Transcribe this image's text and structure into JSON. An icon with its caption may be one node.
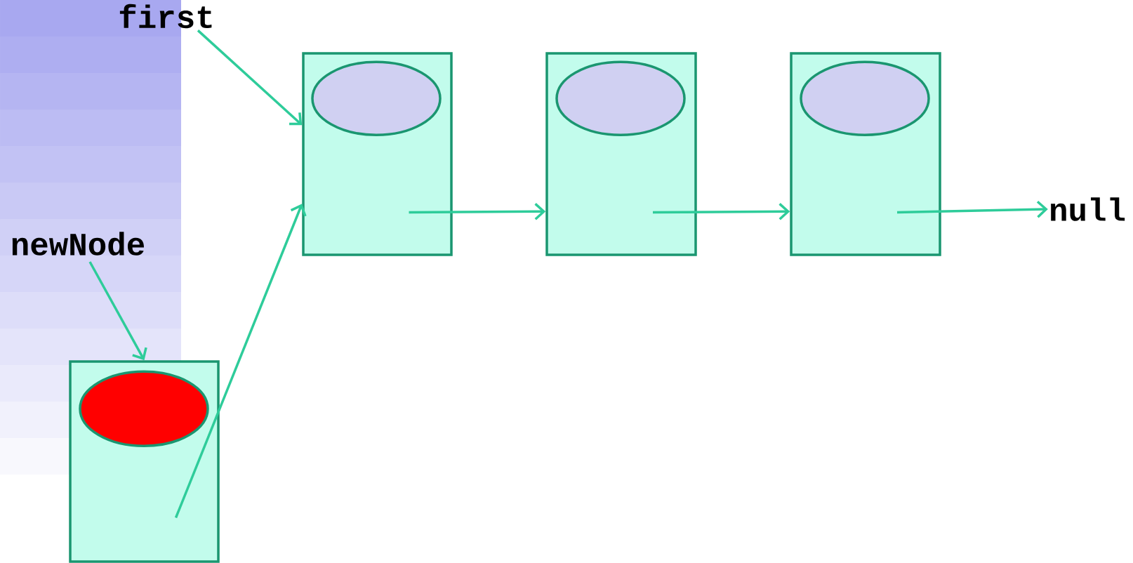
{
  "diagram": {
    "nodes": [
      {
        "text": [
          "first"
        ]
      },
      {
        "text": [],
        "shape": "box"
      },
      {
        "text": [],
        "shape": "ellipse",
        "in": 1
      },
      {
        "text": [],
        "shape": "box"
      },
      {
        "text": [],
        "shape": "ellipse",
        "in": 3
      },
      {
        "text": [],
        "shape": "box"
      },
      {
        "text": [],
        "shape": "ellipse",
        "in": 5
      },
      {
        "text": [
          "newNode"
        ]
      },
      {
        "text": [],
        "shape": "box"
      },
      {
        "text": [],
        "shape": "ellipse",
        "in": 8
      },
      {
        "text": [
          "null"
        ]
      }
    ],
    "edges": [
      {
        "from": 0,
        "to": 1,
        "arrow": "to"
      },
      {
        "from": 7,
        "to": 8,
        "arrow": "to"
      },
      {
        "from": 8,
        "to": 1,
        "arrow": "to"
      },
      {
        "from": 1,
        "to": 3,
        "arrow": "to"
      },
      {
        "from": 3,
        "to": 5,
        "arrow": "to"
      },
      {
        "from": 5,
        "to": 10,
        "arrow": "to"
      }
    ]
  }
}
